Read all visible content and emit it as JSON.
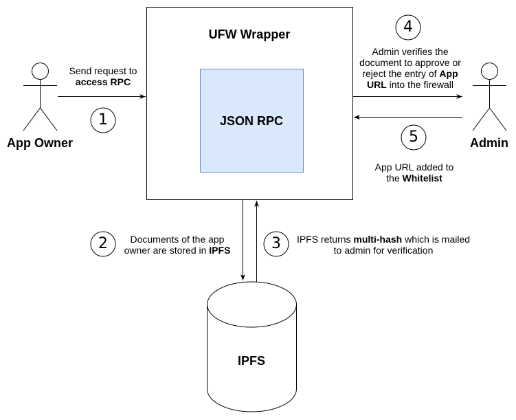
{
  "box": {
    "title": "UFW Wrapper"
  },
  "inner": {
    "title": "JSON RPC"
  },
  "db": {
    "title": "IPFS"
  },
  "actors": {
    "owner": "App Owner",
    "admin": "Admin"
  },
  "steps": {
    "s1": "1",
    "s2": "2",
    "s3": "3",
    "s4": "4",
    "s5": "5"
  },
  "labels": {
    "l1_line1": "Send request to",
    "l1_line2_bold": "access RPC",
    "l2_line1": "Documents of the app",
    "l2_line2_pre": "owner are stored in ",
    "l2_line2_bold": "IPFS",
    "l3_line1_pre": "IPFS returns ",
    "l3_line1_bold": "multi-hash",
    "l3_line1_post": " which is mailed",
    "l3_line2": "to admin for verification",
    "l4_line1": "Admin verifies the",
    "l4_line2": "document to approve or",
    "l4_line3_pre": "reject the entry of ",
    "l4_line3_bold": "App",
    "l4_line4_bold": "URL",
    "l4_line4_post": " into the firewall",
    "l5_line1": "App URL added to",
    "l5_line2_pre": "the ",
    "l5_line2_bold": "Whitelist"
  },
  "colors": {
    "inner_fill": "#dae8fc",
    "inner_stroke": "#6c8ebf",
    "stroke": "#000000"
  }
}
